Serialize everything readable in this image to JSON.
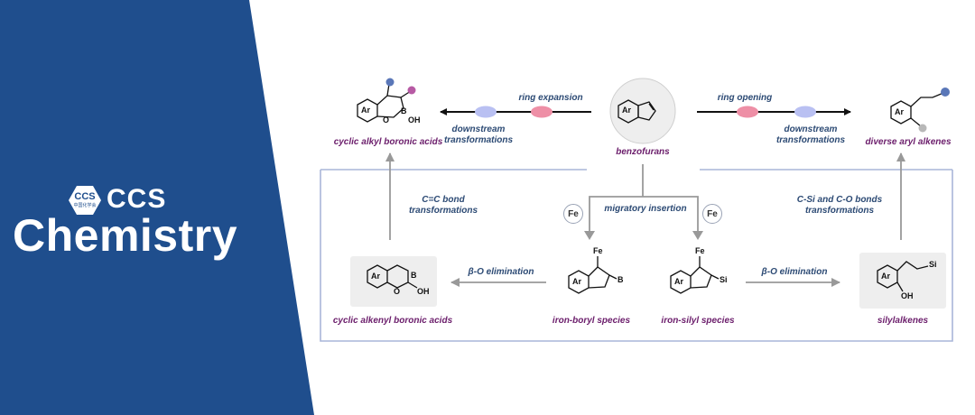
{
  "brand": {
    "logo_text": "CCS",
    "logo_sub": "中国化学会",
    "name_top": "CCS",
    "name_main": "Chemistry"
  },
  "colors": {
    "brand_blue": "#1f4e8d",
    "label_purple": "#6b1d6b",
    "label_blue": "#2c4a74",
    "frame_blue": "#a9b6d8",
    "bead_blue": "#b9c0f2",
    "bead_pink": "#ee8fa6"
  },
  "diagram": {
    "center": {
      "name": "benzofurans",
      "ring_label": "Ar"
    },
    "top_left": {
      "name": "cyclic alkyl boronic acids",
      "ring_label": "Ar",
      "atoms": [
        "B",
        "OH",
        "O"
      ],
      "arrow_top": "ring expansion",
      "arrow_bottom": "downstream\ntransformations"
    },
    "top_right": {
      "name": "diverse aryl alkenes",
      "ring_label": "Ar",
      "arrow_top": "ring opening",
      "arrow_bottom": "downstream\ntransformations"
    },
    "left_vertical": "C=C bond\ntransformations",
    "right_vertical": "C-Si and C-O bonds\ntransformations",
    "middle_branch": "migratory insertion",
    "catalyst": "Fe",
    "iron_boryl": {
      "name": "iron-boryl species",
      "ring_label": "Ar",
      "atoms": [
        "Fe",
        "B"
      ]
    },
    "iron_silyl": {
      "name": "iron-silyl species",
      "ring_label": "Ar",
      "atoms": [
        "Fe",
        "Si"
      ]
    },
    "alkenyl": {
      "name": "cyclic alkenyl boronic acids",
      "ring_label": "Ar",
      "atoms": [
        "B",
        "OH",
        "O"
      ],
      "arrow": "β-O elimination"
    },
    "silyl": {
      "name": "silylalkenes",
      "ring_label": "Ar",
      "atoms": [
        "Si",
        "OH"
      ],
      "arrow": "β-O elimination"
    }
  }
}
